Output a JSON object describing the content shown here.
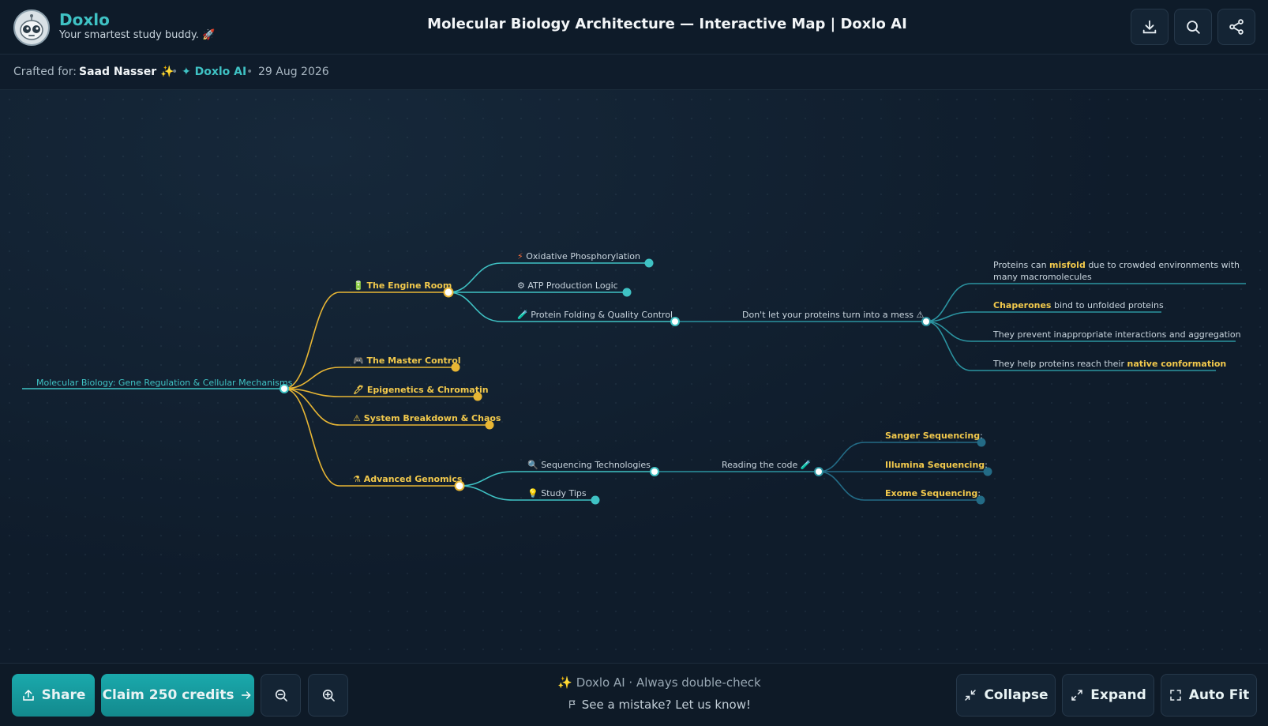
{
  "header": {
    "brand_name": "Doxlo",
    "brand_tagline": "Your smartest study buddy. 🚀",
    "title": "Molecular Biology Architecture — Interactive Map | Doxlo AI",
    "icons": [
      "download-icon",
      "search-icon",
      "share-icon"
    ]
  },
  "meta": {
    "crafted_label": "Crafted for:",
    "user": "Saad Nasser ✨",
    "separator": "•",
    "source": "✦ Doxlo AI",
    "date": "29 Aug 2026"
  },
  "map": {
    "root": "Molecular Biology: Gene Regulation & Cellular Mechanisms",
    "branches": [
      {
        "icon": "🔋",
        "label": "The Engine Room"
      },
      {
        "icon": "🎮",
        "label": "The Master Control"
      },
      {
        "icon": "🖊",
        "label": "Epigenetics & Chromatin"
      },
      {
        "icon": "⚠",
        "label": "System Breakdown & Chaos"
      },
      {
        "icon": "⚗",
        "label": "Advanced Genomics"
      }
    ],
    "engine_children": [
      {
        "icon": "⚡",
        "label": "Oxidative Phosphorylation"
      },
      {
        "icon": "⚙",
        "label": "ATP Production Logic"
      },
      {
        "icon": "🧪",
        "label": "Protein Folding & Quality Control"
      }
    ],
    "folding_child": "Don't let your proteins turn into a mess ⚠",
    "folding_points": {
      "p1_a": "Proteins can ",
      "p1_hl": "misfold",
      "p1_b": " due to crowded environments with",
      "p1_c": "many macromolecules",
      "p2_hl": "Chaperones",
      "p2_b": " bind to unfolded proteins",
      "p3": "They prevent inappropriate interactions and aggregation",
      "p4_a": "They help proteins reach their ",
      "p4_hl": "native conformation"
    },
    "genomics_children": [
      {
        "icon": "🔍",
        "label": "Sequencing Technologies"
      },
      {
        "icon": "💡",
        "label": "Study Tips"
      }
    ],
    "sequencing_child": "Reading the code 🧪",
    "sequencing_items": [
      {
        "hl": "Sanger Sequencing",
        "rest": ":"
      },
      {
        "hl": "Illumina Sequencing",
        "rest": ":"
      },
      {
        "hl": "Exome Sequencing",
        "rest": ":"
      }
    ]
  },
  "footer": {
    "share_label": "Share",
    "claim_label": "Claim 250 credits",
    "notice": "✨ Doxlo AI · Always double-check",
    "feedback": "See a mistake? Let us know!",
    "collapse_label": "Collapse",
    "expand_label": "Expand",
    "autofit_label": "Auto Fit"
  },
  "colors": {
    "accent_teal": "#3fc2c4",
    "branch_gold": "#e8b634",
    "highlight_yellow": "#f2c94c",
    "background": "#0f1c2b"
  }
}
